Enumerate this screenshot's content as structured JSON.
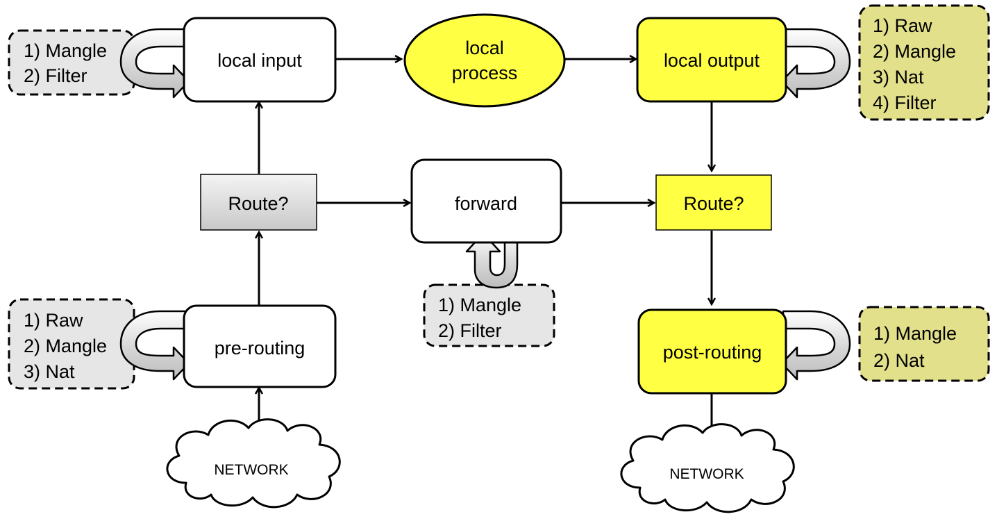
{
  "nodes": {
    "local_input": "local input",
    "local_process": [
      "local",
      "process"
    ],
    "local_output": "local output",
    "route_in": "Route?",
    "forward": "forward",
    "route_out": "Route?",
    "pre_routing": "pre-routing",
    "post_routing": "post-routing",
    "network_in": "NETWORK",
    "network_out": "NETWORK"
  },
  "chains": {
    "local_input": [
      "1) Mangle",
      "2) Filter"
    ],
    "local_output": [
      "1) Raw",
      "2) Mangle",
      "3) Nat",
      "4) Filter"
    ],
    "forward": [
      "1) Mangle",
      "2) Filter"
    ],
    "pre_routing": [
      "1) Raw",
      "2) Mangle",
      "3) Nat"
    ],
    "post_routing": [
      "1) Mangle",
      "2) Nat"
    ]
  },
  "colors": {
    "highlight": "#ffff44",
    "chain_gray": "#e6e6e6",
    "chain_olive": "#e3e08c",
    "route_gray": "#dcdcdc",
    "stroke": "#000000"
  }
}
